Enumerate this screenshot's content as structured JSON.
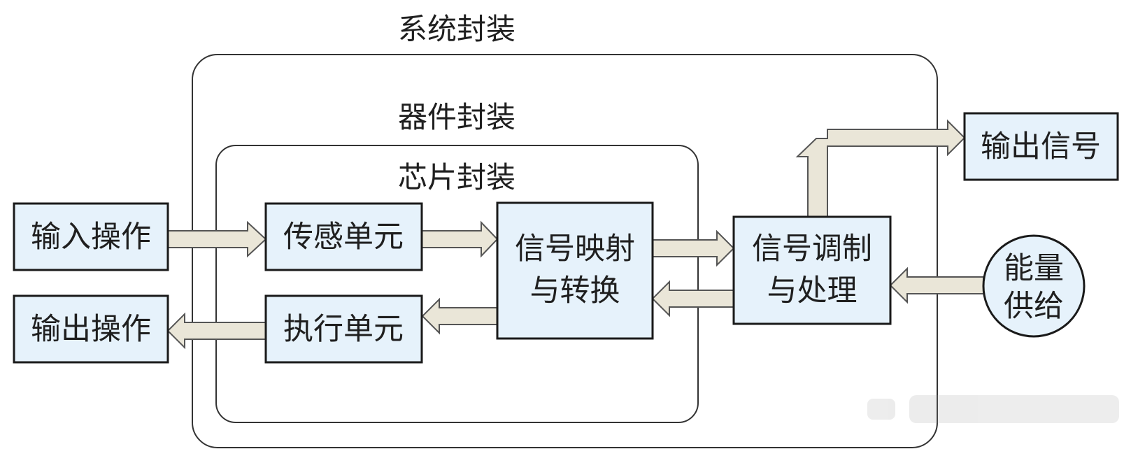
{
  "packages": {
    "system": "系统封装",
    "device": "器件封装",
    "chip": "芯片封装"
  },
  "blocks": {
    "input_operation": "输入操作",
    "output_operation": "输出操作",
    "sensing_unit": "传感单元",
    "execution_unit": "执行单元",
    "signal_mapping": [
      "信号映射",
      "与转换"
    ],
    "signal_modulation": [
      "信号调制",
      "与处理"
    ],
    "output_signal": "输出信号",
    "energy_supply": [
      "能量",
      "供给"
    ]
  },
  "colors": {
    "box_fill": "#e6f2fb",
    "box_stroke": "#1a1a1a",
    "arrow_fill": "#eae6d8",
    "arrow_stroke": "#555555",
    "package_stroke": "#333333"
  }
}
